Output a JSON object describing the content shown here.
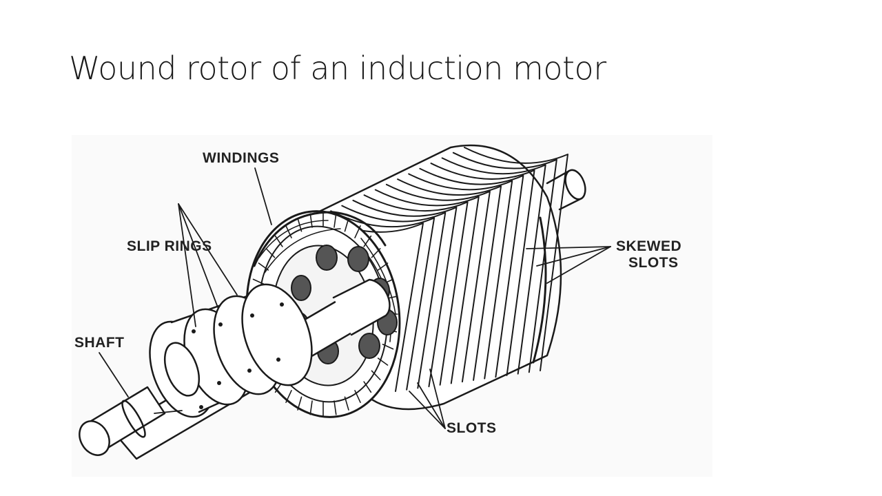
{
  "slide": {
    "title": "Wound rotor of an induction motor"
  },
  "diagram": {
    "labels": {
      "windings": "WINDINGS",
      "slip_rings": "SLIP RINGS",
      "shaft": "SHAFT",
      "skewed_slots_line1": "SKEWED",
      "skewed_slots_line2": "SLOTS",
      "slots": "SLOTS"
    }
  }
}
